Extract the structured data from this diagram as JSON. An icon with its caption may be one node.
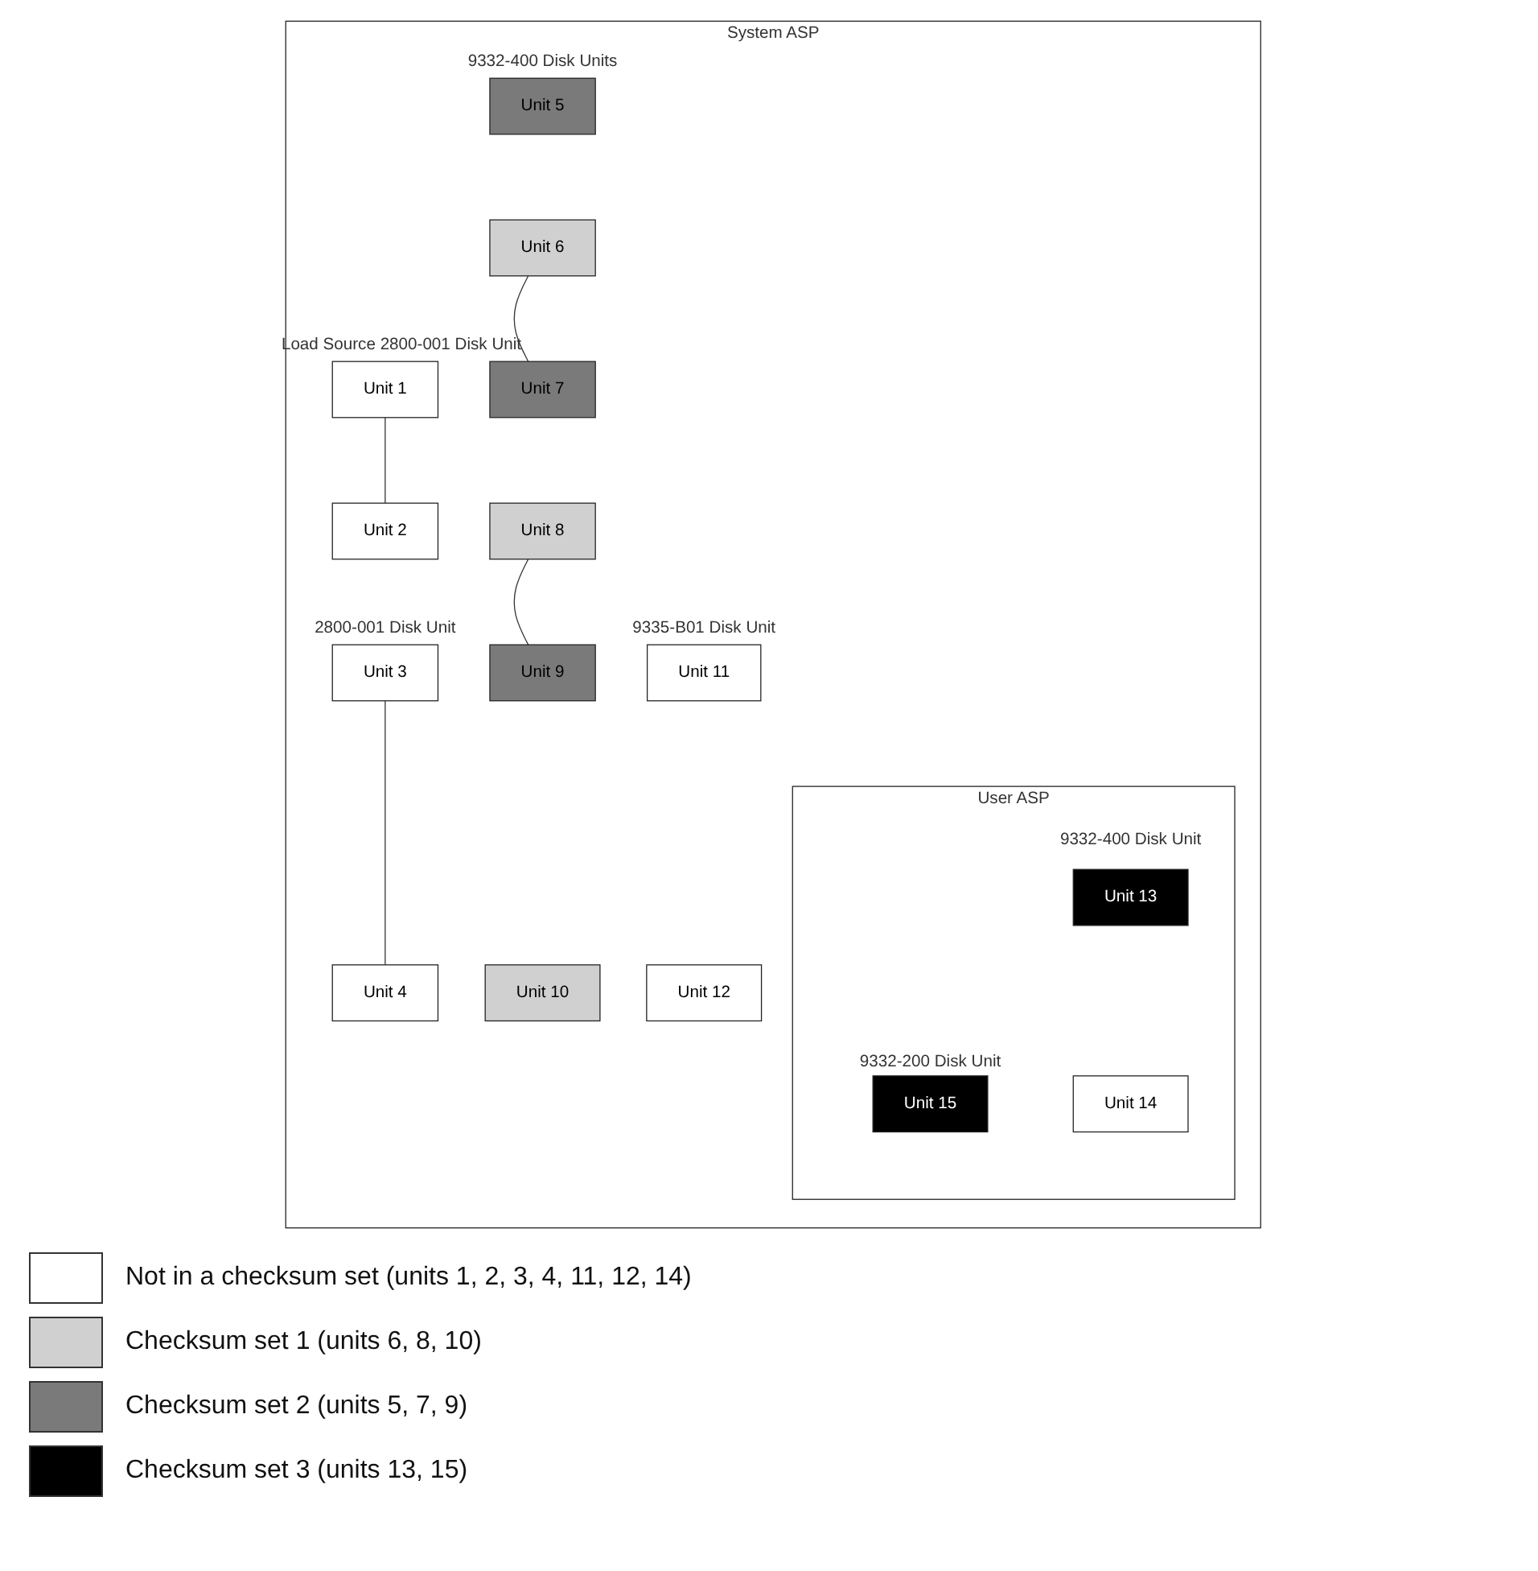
{
  "diagram": {
    "nodes": [
      {
        "text": [
          "System ASP"
        ]
      },
      {
        "text": [
          "Unit 1"
        ],
        "in": 0,
        "beside": [
          "Load Source 2800-001 Disk Unit"
        ]
      },
      {
        "text": [
          "Unit 2"
        ],
        "in": 0
      },
      {
        "text": [
          "Unit 3"
        ],
        "in": 0,
        "beside": [
          "2800-001 Disk Unit"
        ]
      },
      {
        "text": [
          "Unit 4"
        ],
        "in": 0
      },
      {
        "text": [
          "Unit 5"
        ],
        "in": 0,
        "beside": [
          "9332-400 Disk Units"
        ]
      },
      {
        "text": [
          "Unit 6"
        ],
        "in": 0
      },
      {
        "text": [
          "Unit 7"
        ],
        "in": 0
      },
      {
        "text": [
          "Unit 8"
        ],
        "in": 0
      },
      {
        "text": [
          "Unit 9"
        ],
        "in": 0
      },
      {
        "text": [
          "Unit 10"
        ],
        "in": 0
      },
      {
        "text": [
          "Unit 11"
        ],
        "in": 0,
        "beside": [
          "9335-B01 Disk Unit"
        ]
      },
      {
        "text": [
          "Unit 12"
        ],
        "in": 0
      },
      {
        "text": [
          "User ASP"
        ],
        "in": 0
      },
      {
        "text": [
          "Unit 13"
        ],
        "in": 13,
        "beside": [
          "9332-400 Disk Unit"
        ]
      },
      {
        "text": [
          "Unit 14"
        ],
        "in": 13
      },
      {
        "text": [
          "Unit 15"
        ],
        "in": 13,
        "beside": [
          "9332-200 Disk Unit"
        ]
      }
    ],
    "edges": [
      {
        "from": 1,
        "to": 2,
        "arrow": "none"
      },
      {
        "from": 3,
        "to": 4,
        "arrow": "none"
      },
      {
        "from": 6,
        "to": 7,
        "arrow": "none"
      },
      {
        "from": 8,
        "to": 9,
        "arrow": "none"
      }
    ],
    "legend": [
      {
        "text": "Not in a checksum set (units 1, 2, 3, 4, 11, 12, 14)",
        "color": "#ffffff"
      },
      {
        "text": "Checksum set 1 (units 6, 8, 10)",
        "color": "#d0d0d0"
      },
      {
        "text": "Checksum set 2 (units 5, 7, 9)",
        "color": "#7a7a7a"
      },
      {
        "text": "Checksum set 3 (units 13, 15)",
        "color": "#000000"
      }
    ]
  }
}
